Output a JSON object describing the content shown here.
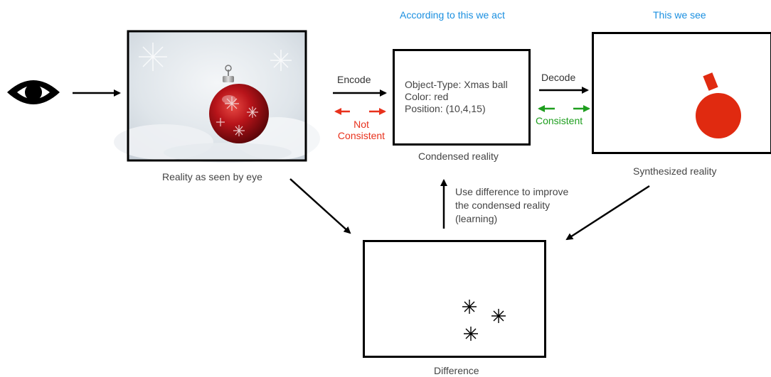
{
  "titles": {
    "act": "According to this we act",
    "see": "This we see"
  },
  "captions": {
    "reality_eye": "Reality as seen by eye",
    "condensed": "Condensed reality",
    "synthesized": "Synthesized reality",
    "difference": "Difference"
  },
  "arrows": {
    "encode": "Encode",
    "decode": "Decode",
    "not_consistent": [
      "Not",
      "Consistent"
    ],
    "consistent": "Consistent"
  },
  "condensed_box": {
    "lines": [
      "Object-Type: Xmas ball",
      "Color: red",
      "Position: (10,4,15)"
    ]
  },
  "feedback": {
    "lines": [
      "Use difference to improve",
      "the condensed reality",
      "(learning)"
    ]
  },
  "colors": {
    "red": "#e8311c",
    "green": "#1e9e1e",
    "blue": "#1a8fe0",
    "ornament": "#e02a10"
  },
  "icons": [
    "eye-icon",
    "xmas-ball-photo",
    "ornament-silhouette",
    "snowflake-icon"
  ]
}
